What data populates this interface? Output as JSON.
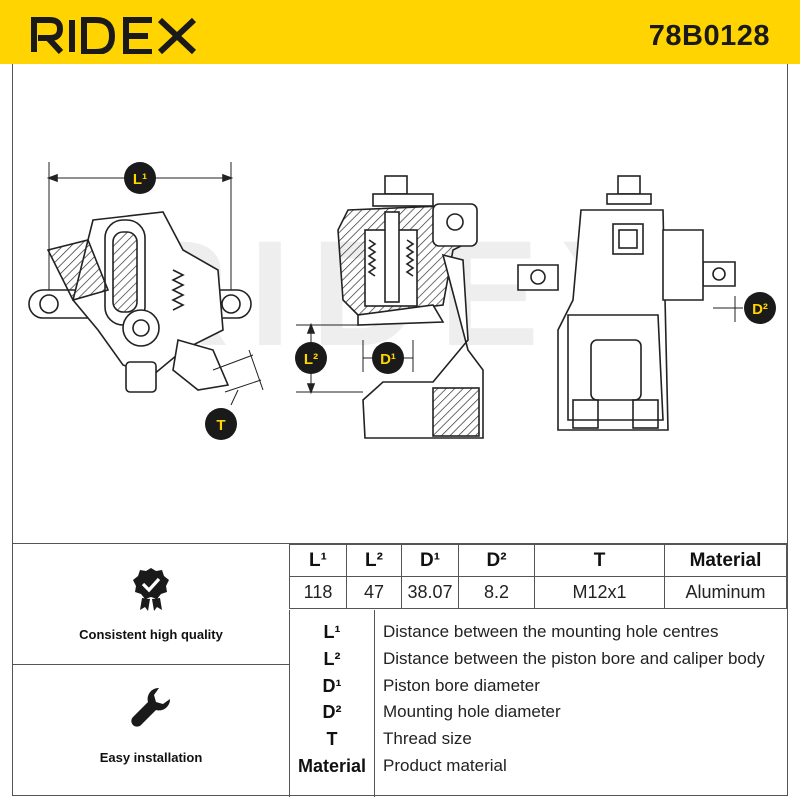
{
  "brand": {
    "logo_text": "RIDEX",
    "part_number": "78B0128",
    "accent_color": "#ffd400"
  },
  "drawing": {
    "watermark": "RIDEX",
    "labels": {
      "L1": "L¹",
      "L2": "L²",
      "D1": "D¹",
      "D2": "D²",
      "T": "T"
    }
  },
  "features": [
    {
      "label": "Consistent high quality",
      "icon": "quality-badge-icon"
    },
    {
      "label": "Easy installation",
      "icon": "wrench-icon"
    }
  ],
  "spec_table": {
    "headers": [
      "L¹",
      "L²",
      "D¹",
      "D²",
      "T",
      "Material"
    ],
    "values": [
      "118",
      "47",
      "38.07",
      "8.2",
      "M12x1",
      "Aluminum"
    ]
  },
  "legend": [
    {
      "key": "L¹",
      "desc": "Distance between the mounting hole centres"
    },
    {
      "key": "L²",
      "desc": "Distance between the piston bore and caliper body"
    },
    {
      "key": "D¹",
      "desc": "Piston bore diameter"
    },
    {
      "key": "D²",
      "desc": "Mounting hole diameter"
    },
    {
      "key": "T",
      "desc": "Thread size"
    },
    {
      "key": "Material",
      "desc": "Product material"
    }
  ]
}
